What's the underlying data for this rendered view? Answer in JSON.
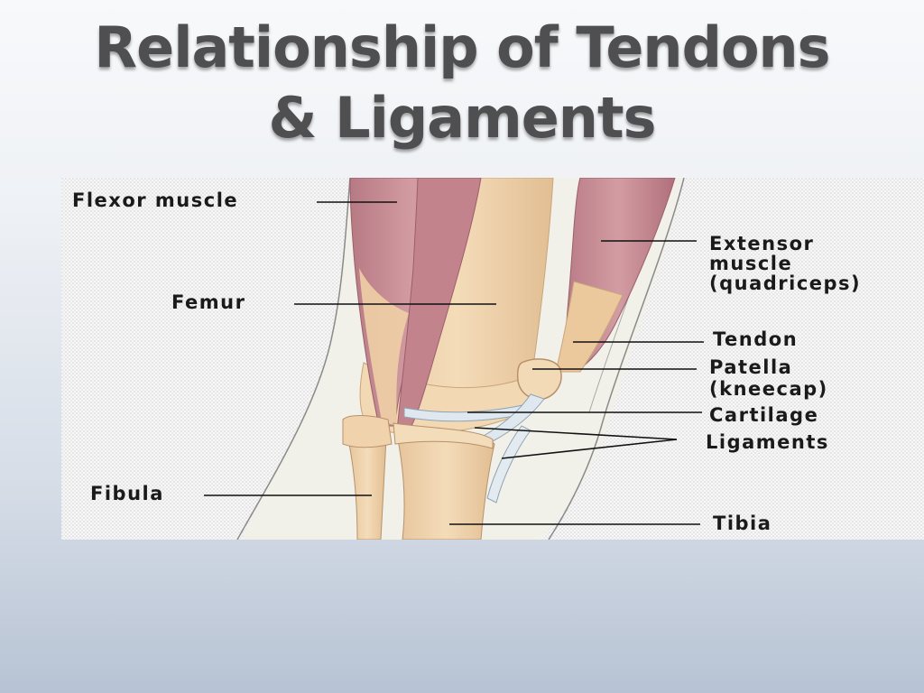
{
  "slide": {
    "title_line1": "Relationship of Tendons",
    "title_line2": "& Ligaments"
  },
  "diagram": {
    "labels": {
      "flexor_muscle": "Flexor muscle",
      "femur": "Femur",
      "fibula": "Fibula",
      "extensor_line1": "Extensor",
      "extensor_line2": "muscle",
      "extensor_line3": "(quadriceps)",
      "tendon": "Tendon",
      "patella_line1": "Patella",
      "patella_line2": "(kneecap)",
      "cartilage": "Cartilage",
      "ligaments": "Ligaments",
      "tibia": "Tibia"
    },
    "colors": {
      "muscle": "#c98e96",
      "muscle_dark": "#a8646f",
      "bone": "#efd3ad",
      "bone_shadow": "#dcb88e",
      "cartilage": "#dfe8ef",
      "skin_outline": "#8a8a8a",
      "leader_line": "#111111"
    }
  }
}
